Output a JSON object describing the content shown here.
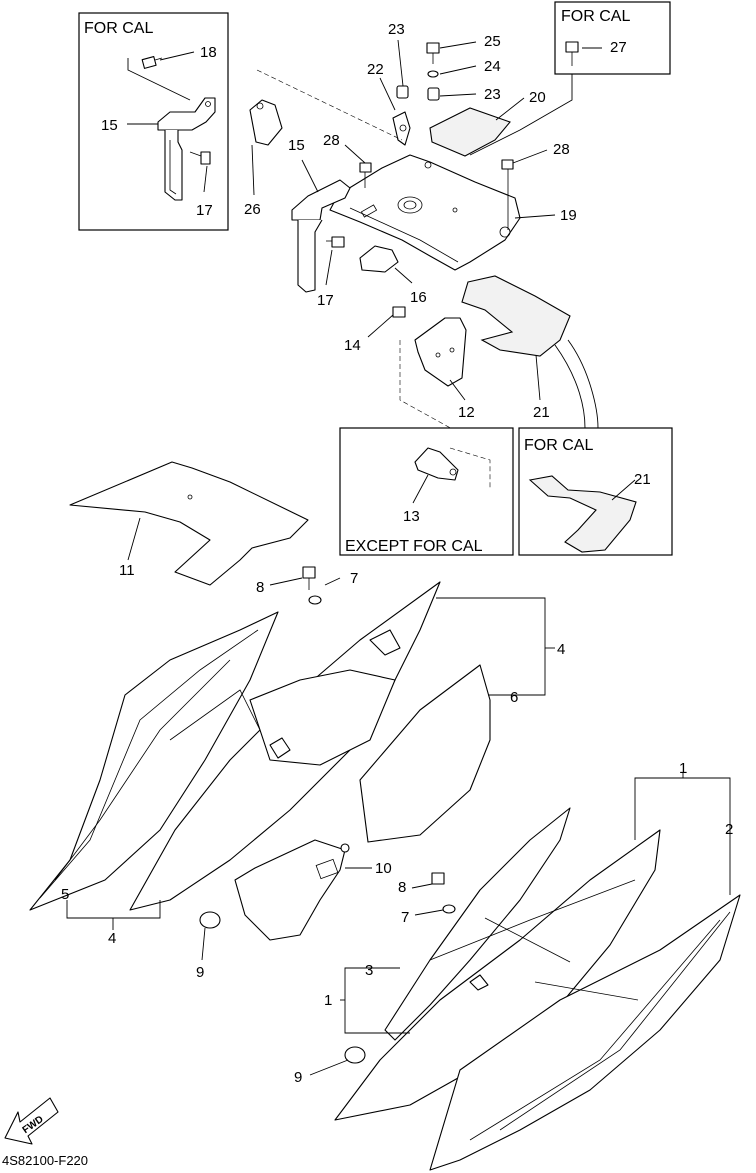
{
  "boxes": {
    "top_left": "FOR CAL",
    "top_right": "FOR CAL",
    "mid_right": "FOR CAL",
    "mid_center": "EXCEPT FOR CAL"
  },
  "callouts": {
    "c18": "18",
    "c15a": "15",
    "c17a": "17",
    "c26": "26",
    "c22": "22",
    "c23a": "23",
    "c25": "25",
    "c24": "24",
    "c23b": "23",
    "c20": "20",
    "c27": "27",
    "c28a": "28",
    "c28b": "28",
    "c15b": "15",
    "c19": "19",
    "c17b": "17",
    "c16": "16",
    "c14": "14",
    "c12": "12",
    "c21a": "21",
    "c21b": "21",
    "c13": "13",
    "c11": "11",
    "c8a": "8",
    "c7a": "7",
    "c4a": "4",
    "c6": "6",
    "c5": "5",
    "c4b": "4",
    "c10": "10",
    "c9a": "9",
    "c1a": "1",
    "c2": "2",
    "c8b": "8",
    "c7b": "7",
    "c3": "3",
    "c1b": "1",
    "c9b": "9"
  },
  "direction_badge": "FWD",
  "diagram_code": "4S82100-F220"
}
